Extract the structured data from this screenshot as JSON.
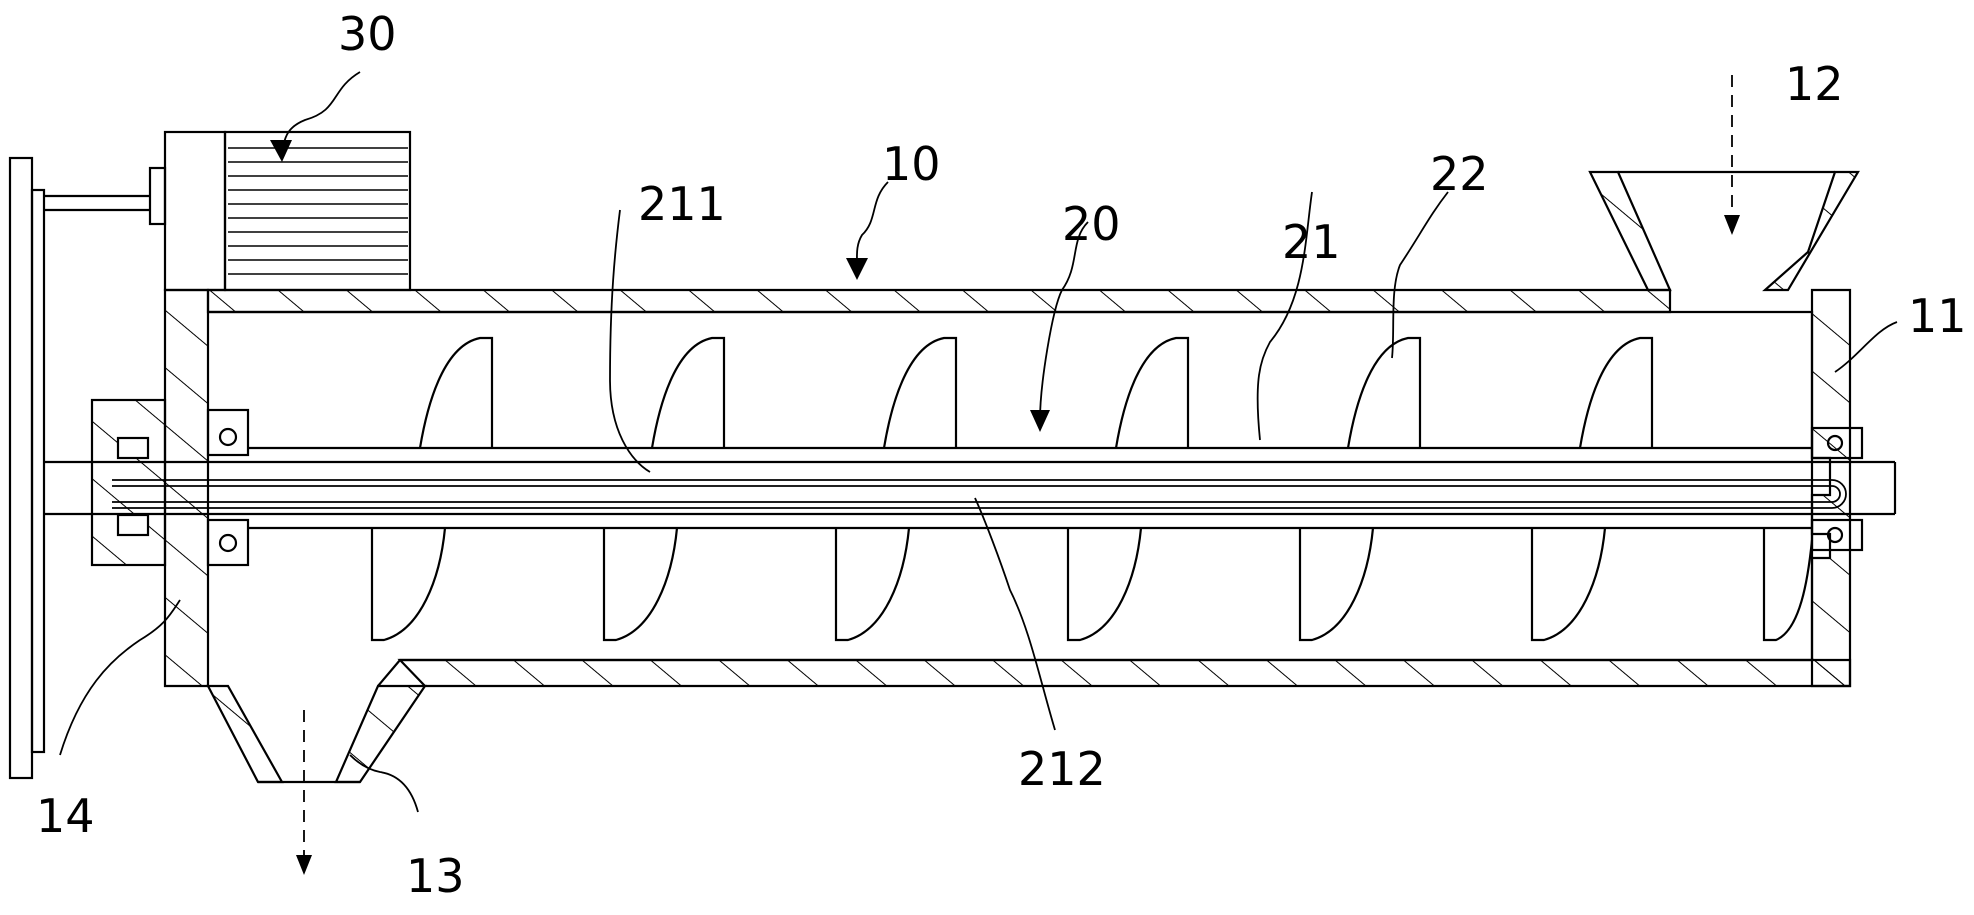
{
  "figure": {
    "line_color": "#000000",
    "background": "#ffffff",
    "labels": {
      "n30": "30",
      "n10": "10",
      "n211": "211",
      "n20": "20",
      "n21": "21",
      "n22": "22",
      "n12": "12",
      "n11": "11",
      "n14": "14",
      "n13": "13",
      "n212": "212"
    }
  }
}
